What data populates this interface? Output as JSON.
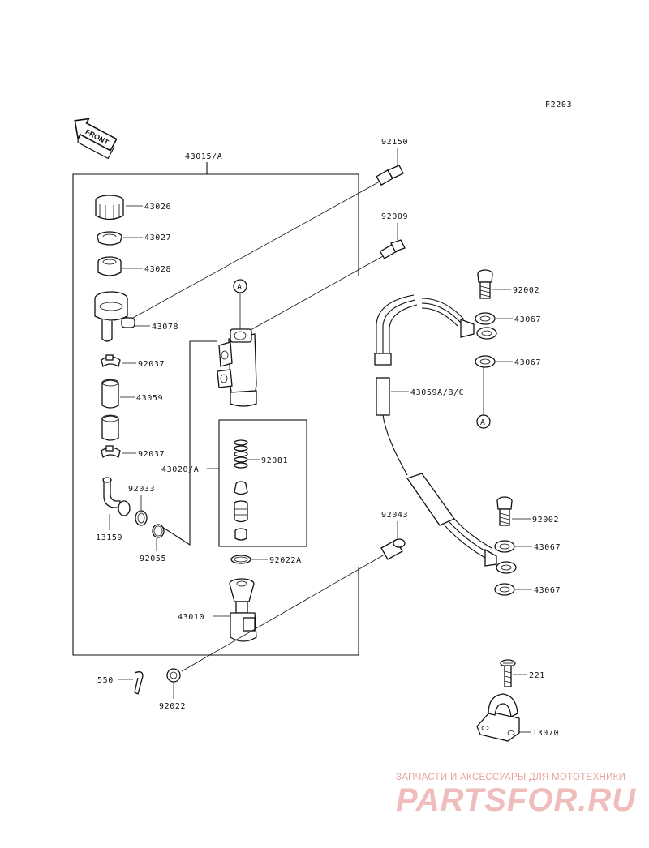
{
  "figure_code": "F2203",
  "front_label": "FRONT",
  "labels": {
    "assembly_main": "43015/A",
    "bolt_top": "92150",
    "bolt_2": "92009",
    "cap": "43026",
    "diaphragm": "43027",
    "plate": "43028",
    "reservoir": "43078",
    "clamp_upper": "92037",
    "hose_short": "43059",
    "clamp_lower": "92037",
    "ring": "92033",
    "fitting": "13159",
    "oring": "92055",
    "kit": "43020/A",
    "spring": "92081",
    "circlip": "92022A",
    "pushrod": "43010",
    "pin": "550",
    "washer_small": "92022",
    "bolt_pivot": "92043",
    "banjo_top": "92002",
    "washer_a": "43067",
    "washer_b": "43067",
    "brake_hose": "43059A/B/C",
    "banjo_bottom": "92002",
    "washer_c": "43067",
    "washer_d": "43067",
    "screw": "221",
    "guide": "13070",
    "ref_a_top": "A",
    "ref_a_hose": "A"
  },
  "watermark": {
    "line1": "ЗАПЧАСТИ И АКСЕССУАРЫ ДЛЯ МОТОТЕХНИКИ",
    "line2": "PARTSFOR.RU"
  }
}
